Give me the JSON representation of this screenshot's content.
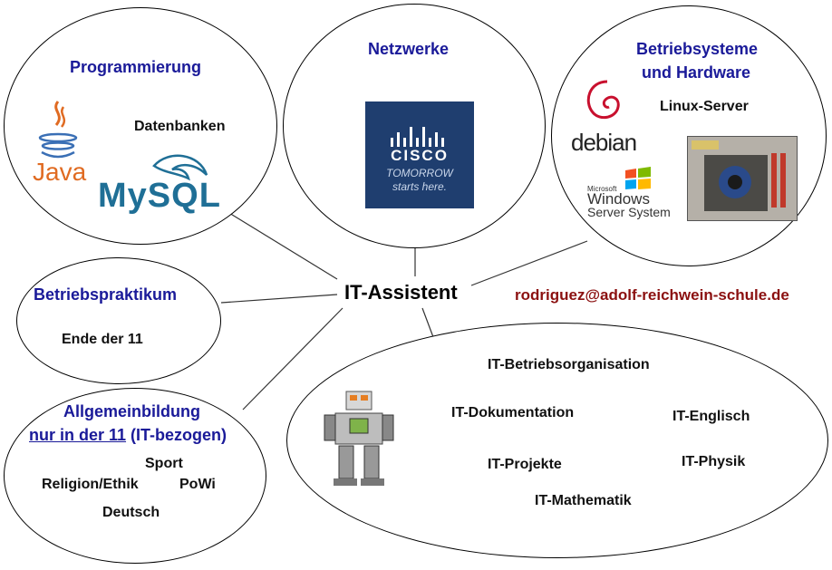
{
  "center": {
    "title": "IT-Assistent"
  },
  "email": "rodriguez@adolf-reichwein-schule.de",
  "programmierung": {
    "title": "Programmierung",
    "datenbanken": "Datenbanken",
    "java_label": "Java",
    "mysql_label": "MySQL"
  },
  "netzwerke": {
    "title": "Netzwerke",
    "cisco_brand": "CISCO",
    "cisco_tag1": "TOMORROW",
    "cisco_tag2": "starts here."
  },
  "betriebssysteme": {
    "title_line1": "Betriebsysteme",
    "title_line2": "und Hardware",
    "linux": "Linux-Server",
    "debian_label": "debian",
    "win_small": "Microsoft",
    "win_line1": "Windows",
    "win_line2": "Server System"
  },
  "praktikum": {
    "title": "Betriebspraktikum",
    "sub": "Ende der 11"
  },
  "allgemein": {
    "title_line1": "Allgemeinbildung",
    "title_line2_u": "nur in der 11",
    "title_line2_rest": " (IT-bezogen)",
    "sport": "Sport",
    "religion": "Religion/Ethik",
    "powi": "PoWi",
    "deutsch": "Deutsch"
  },
  "it_subjects": {
    "orga": "IT-Betriebsorganisation",
    "doku": "IT-Dokumentation",
    "englisch": "IT-Englisch",
    "projekte": "IT-Projekte",
    "physik": "IT-Physik",
    "mathe": "IT-Mathematik"
  },
  "colors": {
    "title_blue": "#1a1a99",
    "email_red": "#8b1010",
    "cisco_bg": "#1f3e6f"
  }
}
